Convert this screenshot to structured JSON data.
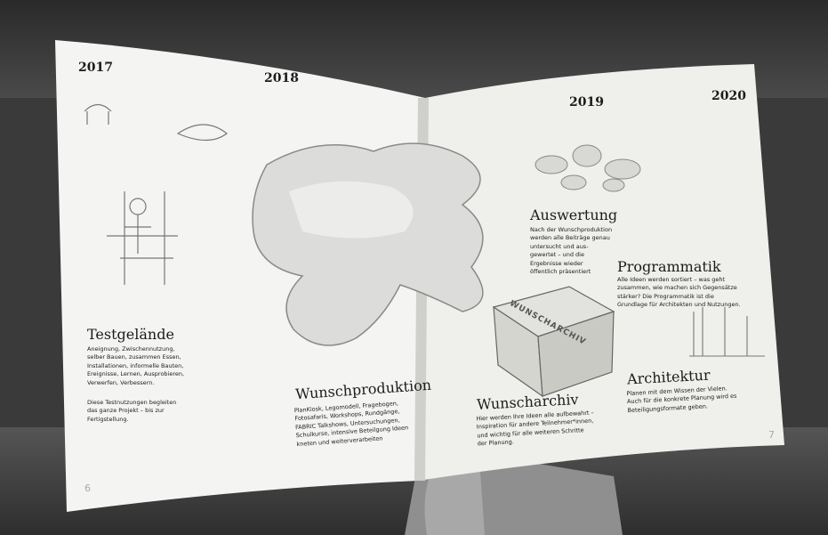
{
  "booklet": {
    "left_page": {
      "years": [
        "2017",
        "2018"
      ],
      "sections": [
        {
          "heading": "Testgelände",
          "body": "Aneignung, Zwischennutzung,\nselber Bauen, zusammen Essen,\nInstallationen, informelle Bauten,\nEreignisse, Lernen, Ausprobieren,\nVerwerfen, Verbessern.",
          "note": "Diese Testnutzungen begleiten\ndas ganze Projekt – bis zur\nFertigstellung."
        },
        {
          "heading": "Wunschproduktion",
          "body": "PlanKiosk, Legomodell, Fragebogen,\nFotosafaris, Workshops, Rundgänge,\nFABRIC Talkshows, Untersuchungen,\nSchulkurse, intensive Beteilgung Ideen\nkneten und weiterverarbeiten"
        }
      ],
      "page_number": "6"
    },
    "right_page": {
      "years": [
        "2019",
        "2020"
      ],
      "sections": [
        {
          "heading": "Auswertung",
          "body": "Nach der Wunschproduktion\nwerden alle Beiträge genau\nuntersucht und aus-\ngewertet – und die\nErgebnisse wieder\nöffentlich präsentiert"
        },
        {
          "heading": "Programmatik",
          "body": "Alle Ideen werden sortiert – was geht\nzusammen, wie machen sich Gegensätze\nstärker? Die Programmatik ist die\nGrundlage für Architekten und Nutzungen."
        },
        {
          "heading": "Wunscharchiv",
          "body": "Hier werden Ihre Ideen alle aufbewahrt –\nInspiration für andere Teilnehmer*innen,\nund wichtig für alle weiteren Schritte\nder Planung."
        },
        {
          "heading": "Architektur",
          "body": "Planen mit dem Wissen der Vielen.\nAuch für die konkrete Planung wird es\nBeteiligungsformate geben."
        }
      ],
      "archive_box_label": "WUNSCHARCHIV",
      "page_number": "7"
    }
  }
}
